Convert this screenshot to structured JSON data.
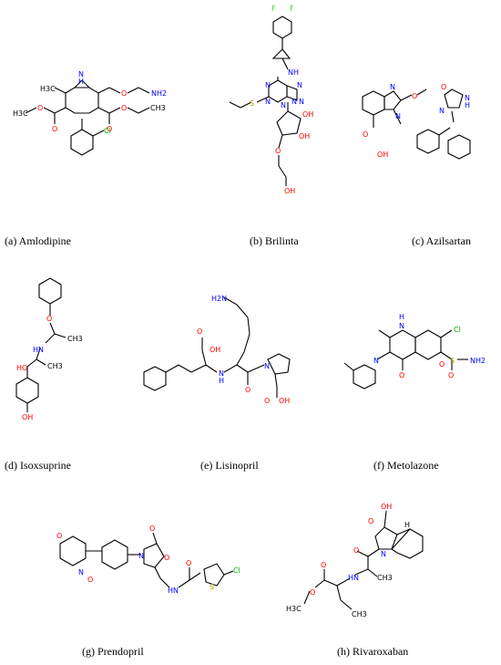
{
  "figure": {
    "panels": [
      {
        "id": "a",
        "caption": "(a)  Amlodipine",
        "labels": [
          "H3C",
          "N",
          "H",
          "O",
          "NH2",
          "O",
          "O",
          "O",
          "O",
          "Cl",
          "H3C",
          "CH3"
        ]
      },
      {
        "id": "b",
        "caption": "(b) Brilinta",
        "labels": [
          "F",
          "F",
          "NH",
          "N",
          "N",
          "N",
          "N",
          "N",
          "N",
          "S",
          "OH",
          "OH",
          "O",
          "OH"
        ]
      },
      {
        "id": "c",
        "caption": "(c)  Azilsartan",
        "labels": [
          "N",
          "O",
          "O",
          "N",
          "H",
          "N",
          "O",
          "OH",
          "N"
        ]
      },
      {
        "id": "d",
        "caption": "(d) Isoxsuprine",
        "labels": [
          "O",
          "HN",
          "CH3",
          "HO",
          "CH3",
          "OH"
        ]
      },
      {
        "id": "e",
        "caption": "(e)  Lisinopril",
        "labels": [
          "H2N",
          "O",
          "OH",
          "N",
          "H",
          "N",
          "O",
          "O",
          "OH"
        ]
      },
      {
        "id": "f",
        "caption": "(f)  Metolazone",
        "labels": [
          "H",
          "N",
          "Cl",
          "N",
          "O",
          "S",
          "O",
          "O",
          "NH2"
        ]
      },
      {
        "id": "g",
        "caption": "(g) Prendopril",
        "labels": [
          "O",
          "N",
          "O",
          "N",
          "O",
          "O",
          "HN",
          "O",
          "S",
          "Cl"
        ]
      },
      {
        "id": "h",
        "caption": "(h) Rivaroxaban",
        "labels": [
          "OH",
          "O",
          "N",
          "H",
          "O",
          "HN",
          "CH3",
          "O",
          "O",
          "H3C",
          "CH3"
        ]
      }
    ],
    "colors": {
      "bond": "#000000",
      "oxygen": "#ff0000",
      "nitrogen": "#0000ff",
      "halogen": "#00aa00",
      "sulfur": "#b3a000",
      "fluorine": "#33cc33"
    }
  }
}
